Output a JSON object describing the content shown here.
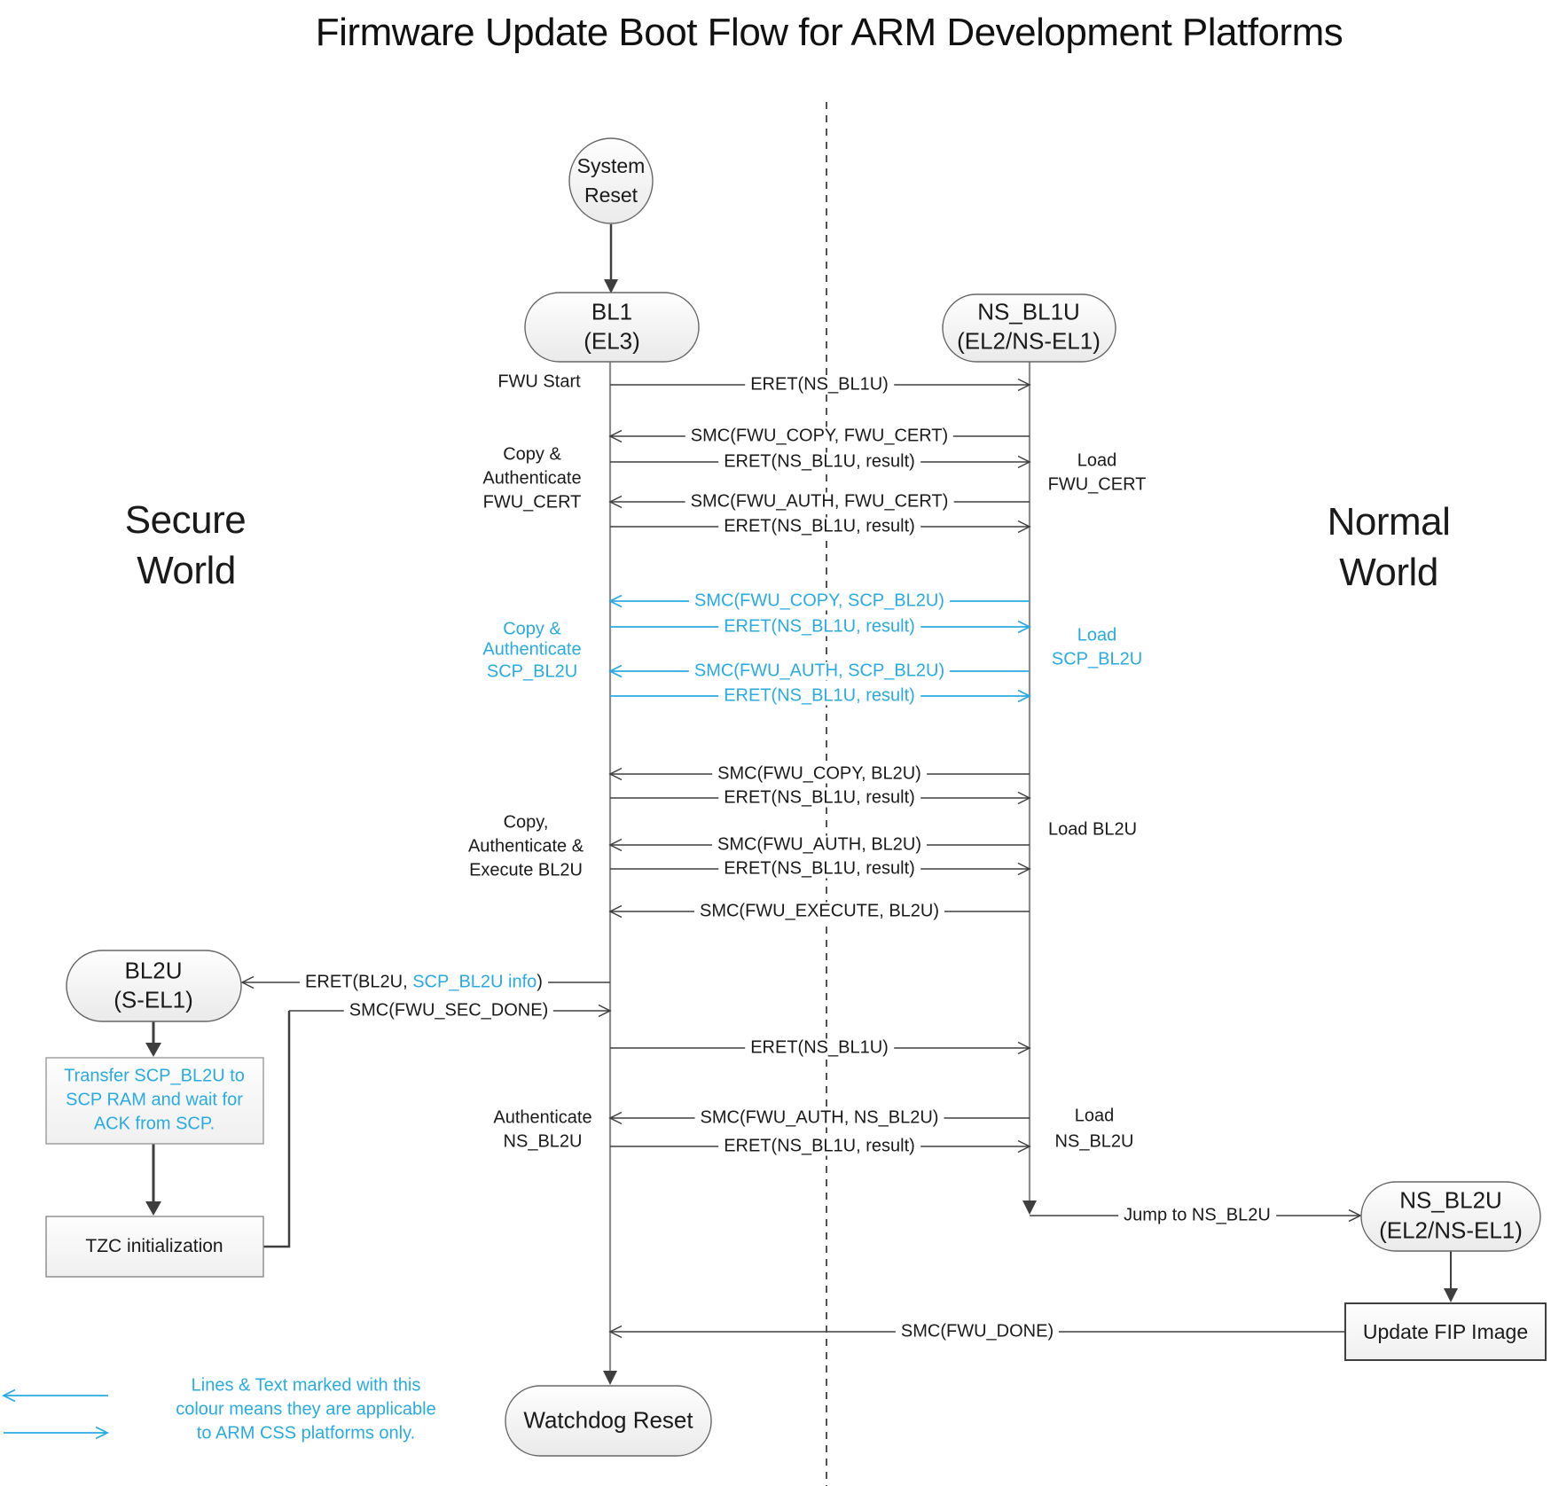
{
  "title": "Firmware Update Boot Flow for ARM Development Platforms",
  "colors": {
    "accent_blue": "#29ABE2",
    "line_dark": "#3f3f3f",
    "lifeline_gray": "#8c8c8c",
    "node_fill_top": "#fdfdfd",
    "node_fill_bottom": "#ebebeb"
  },
  "worlds": {
    "secure": [
      "Secure",
      "World"
    ],
    "normal": [
      "Normal",
      "World"
    ]
  },
  "nodes": {
    "system_reset": [
      "System",
      "Reset"
    ],
    "bl1": [
      "BL1",
      "(EL3)"
    ],
    "ns_bl1u": [
      "NS_BL1U",
      "(EL2/NS-EL1)"
    ],
    "bl2u": [
      "BL2U",
      "(S-EL1)"
    ],
    "ns_bl2u": [
      "NS_BL2U",
      "(EL2/NS-EL1)"
    ],
    "watchdog": "Watchdog Reset",
    "update_fip": "Update FIP Image",
    "transfer_scp": [
      "Transfer SCP_BL2U to",
      "SCP RAM and wait for",
      "ACK from SCP."
    ],
    "tzc": "TZC initialization"
  },
  "messages": {
    "fwu_start": "FWU Start",
    "eret_ns_bl1u": "ERET(NS_BL1U)",
    "smc_copy_fwu_cert": "SMC(FWU_COPY, FWU_CERT)",
    "eret_result": "ERET(NS_BL1U, result)",
    "smc_auth_fwu_cert": "SMC(FWU_AUTH, FWU_CERT)",
    "smc_copy_scp_bl2u": "SMC(FWU_COPY, SCP_BL2U)",
    "smc_auth_scp_bl2u": "SMC(FWU_AUTH, SCP_BL2U)",
    "smc_copy_bl2u": "SMC(FWU_COPY, BL2U)",
    "smc_auth_bl2u": "SMC(FWU_AUTH, BL2U)",
    "smc_execute_bl2u": "SMC(FWU_EXECUTE, BL2U)",
    "eret_bl2u_prefix": "ERET(BL2U, ",
    "eret_bl2u_blue": "SCP_BL2U info",
    "eret_bl2u_suffix": ")",
    "smc_sec_done": "SMC(FWU_SEC_DONE)",
    "smc_auth_ns_bl2u": "SMC(FWU_AUTH, NS_BL2U)",
    "jump_ns_bl2u": "Jump to NS_BL2U",
    "smc_done": "SMC(FWU_DONE)"
  },
  "side_labels": {
    "copy_auth_fwu_cert": [
      "Copy &",
      "Authenticate",
      "FWU_CERT"
    ],
    "copy_auth_scp_bl2u": [
      "Copy &",
      "Authenticate",
      "SCP_BL2U"
    ],
    "copy_auth_exec_bl2u": [
      "Copy,",
      "Authenticate &",
      "Execute BL2U"
    ],
    "auth_ns_bl2u": [
      "Authenticate",
      "NS_BL2U"
    ],
    "load_fwu_cert": [
      "Load",
      "FWU_CERT"
    ],
    "load_scp_bl2u": [
      "Load",
      "SCP_BL2U"
    ],
    "load_bl2u": "Load BL2U",
    "load_ns_bl2u": [
      "Load",
      "NS_BL2U"
    ]
  },
  "legend": {
    "lines": [
      "Lines & Text marked with this",
      "colour means they are applicable",
      "to ARM CSS platforms only."
    ]
  }
}
